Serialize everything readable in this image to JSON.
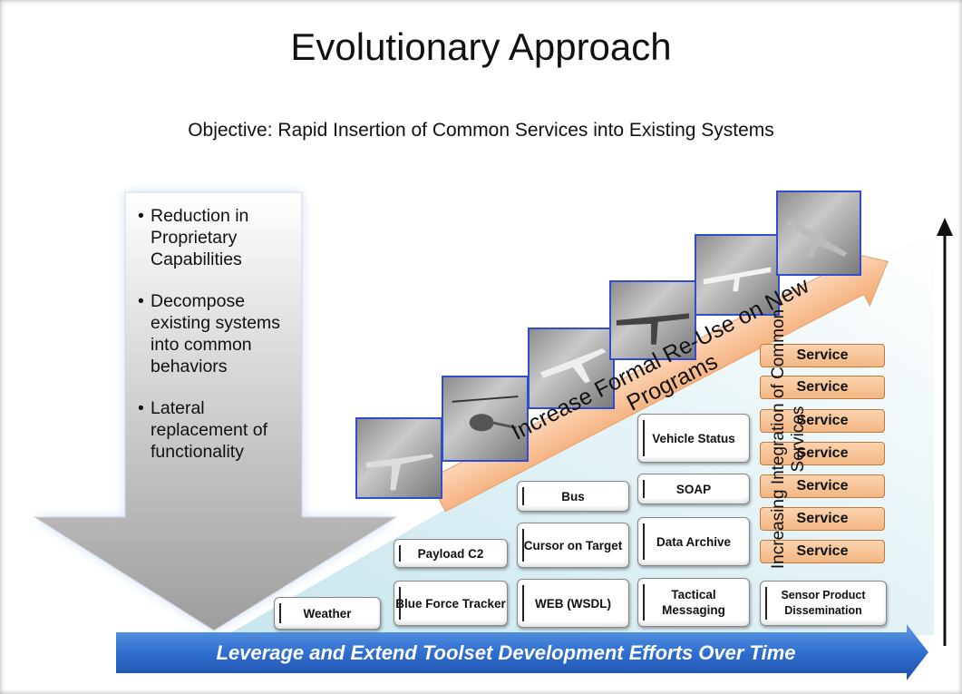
{
  "title": "Evolutionary Approach",
  "subtitle": "Objective: Rapid Insertion of Common Services into Existing Systems",
  "bullets": [
    "Reduction in Proprietary Capabilities",
    "Decompose existing systems into common behaviors",
    "Lateral replacement of functionality"
  ],
  "bullet_symbol": "•",
  "diagonal_arrow_label": "Increase Formal Re-Use on New Programs",
  "vertical_axis_label": "Increasing Integration of Common Services",
  "bottom_arrow_label": "Leverage and Extend Toolset Development Efforts Over Time",
  "columns": {
    "col1": [
      "Weather"
    ],
    "col2": [
      "Payload C2",
      "Blue Force Tracker"
    ],
    "col3": [
      "Bus",
      "Cursor on Target",
      "WEB (WSDL)"
    ],
    "col4": [
      "Vehicle Status",
      "SOAP",
      "Data Archive",
      "Tactical Messaging"
    ],
    "col5": [
      "Service",
      "Service",
      "Service",
      "Service",
      "Service",
      "Service",
      "Service",
      "Sensor Product Dissemination"
    ]
  },
  "photos": [
    "uav-photo-1",
    "helicopter-uav-photo",
    "uav-photo-3",
    "predator-uav-photo",
    "small-uav-photo",
    "uav-photo-6"
  ],
  "colors": {
    "blue_arrow": "#2f6fd0",
    "orange_arrow": "#f7b88a",
    "service_fill": "#f7c59a",
    "photo_border": "#2f4ecf"
  }
}
